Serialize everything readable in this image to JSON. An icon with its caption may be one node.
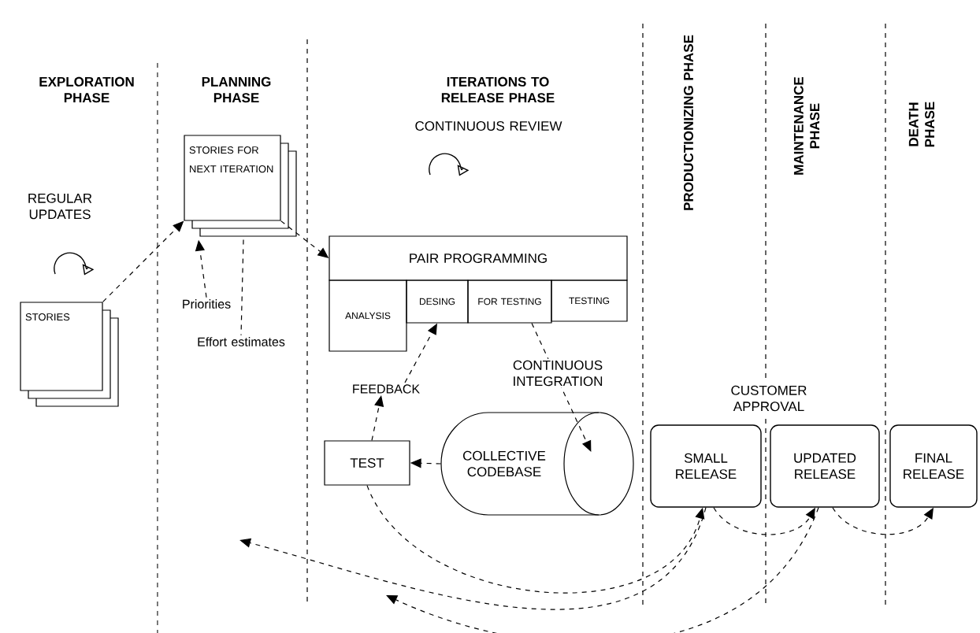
{
  "diagram": {
    "nodes": [
      {
        "text": [
          "STORIES"
        ]
      },
      {
        "text": [
          "STORIES FOR NEXT ITERATION"
        ]
      },
      {
        "text": [
          "Priorities"
        ]
      },
      {
        "text": [
          "Effort estimates"
        ]
      },
      {
        "text": [
          "PAIR PROGRAMMING"
        ]
      },
      {
        "text": [
          "ANALYSIS"
        ]
      },
      {
        "text": [
          "DESING"
        ]
      },
      {
        "text": [
          "FOR TESTING"
        ]
      },
      {
        "text": [
          "TESTING"
        ]
      },
      {
        "text": [
          "FEEDBACK"
        ]
      },
      {
        "text": [
          "TEST"
        ]
      },
      {
        "text": [
          "COLLECTIVE CODEBASE"
        ]
      },
      {
        "text": [
          "SMALL RELEASE"
        ]
      },
      {
        "text": [
          "UPDATED RELEASE"
        ]
      },
      {
        "text": [
          "FINAL RELEASE"
        ]
      }
    ],
    "edges": [
      {
        "from": 0,
        "to": 1,
        "arrow": "to",
        "style": "dashed"
      },
      {
        "from": 1,
        "to": 4,
        "arrow": "to",
        "style": "dashed"
      },
      {
        "from": 2,
        "to": 1,
        "arrow": "to",
        "style": "dashed"
      },
      {
        "from": 1,
        "to": 3,
        "arrow": "none",
        "style": "dashed"
      },
      {
        "from": 10,
        "to": 9,
        "arrow": "to",
        "style": "dashed"
      },
      {
        "from": 9,
        "to": 6,
        "arrow": "to",
        "style": "dashed"
      },
      {
        "from": 7,
        "to": 11,
        "arrow": "to",
        "style": "dashed",
        "label": "CONTINUOUS INTEGRATION"
      },
      {
        "from": 11,
        "to": 10,
        "arrow": "to",
        "style": "dashed"
      },
      {
        "from": 10,
        "to": 12,
        "arrow": "to",
        "style": "dashed"
      },
      {
        "from": 12,
        "to": null,
        "arrow": "to",
        "style": "dashed"
      },
      {
        "from": 13,
        "to": null,
        "arrow": "to",
        "style": "dashed"
      },
      {
        "from": 12,
        "to": 13,
        "arrow": "to",
        "style": "dashed"
      },
      {
        "from": 13,
        "to": 14,
        "arrow": "to",
        "style": "dashed"
      }
    ],
    "labels": [
      "EXPLORATION PHASE",
      "PLANNING PHASE",
      "ITERATIONS TO RELEASE PHASE",
      "PRODUCTIONIZING PHASE",
      "MAINTENANCE PHASE",
      "DEATH PHASE",
      "CONTINUOUS REVIEW",
      "REGULAR UPDATES",
      "CUSTOMER APPROVAL"
    ]
  }
}
